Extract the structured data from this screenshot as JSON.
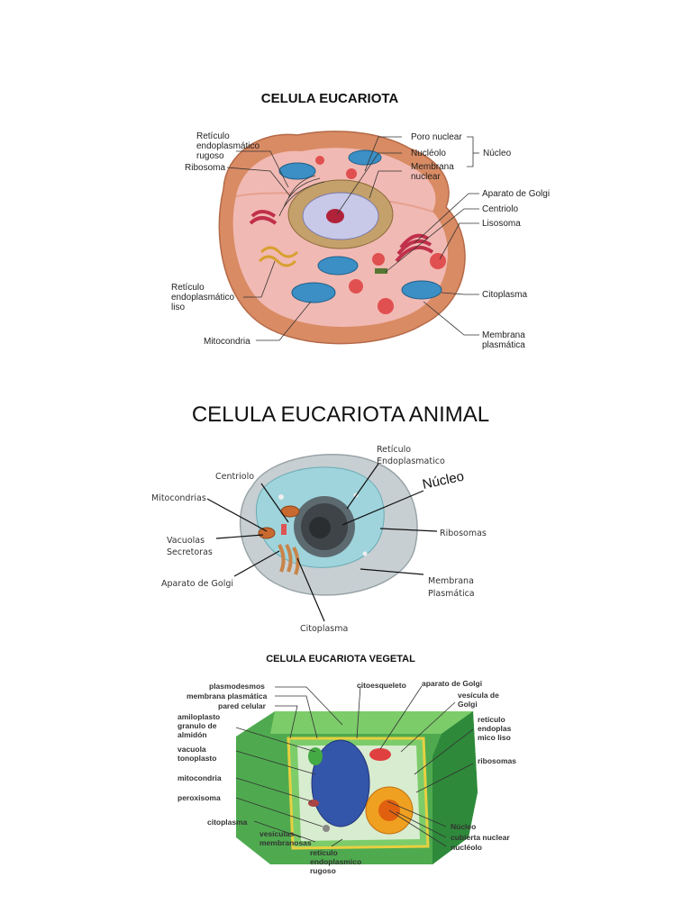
{
  "diagram1": {
    "title": "CELULA EUCARIOTA",
    "labels": {
      "rer": [
        "Retículo",
        "endoplasmático",
        "rugoso"
      ],
      "ribosoma": "Ribosoma",
      "poro": "Poro nuclear",
      "nucleolo": "Nucléolo",
      "membrana_nuclear": [
        "Membrana",
        "nuclear"
      ],
      "nucleo": "Núcleo",
      "golgi": "Aparato de Golgi",
      "centriolo": "Centriolo",
      "lisosoma": "Lisosoma",
      "rel": [
        "Retículo",
        "endoplasmático",
        "liso"
      ],
      "citoplasma": "Citoplasma",
      "mitocondria": "Mitocondria",
      "membrana_plasmatica": [
        "Membrana",
        "plasmática"
      ]
    }
  },
  "diagram2": {
    "title": "CELULA EUCARIOTA ANIMAL",
    "labels": {
      "reticulo": [
        "Retículo",
        "Endoplasmatico"
      ],
      "nucleo": "Núcleo",
      "centriolo": "Centriolo",
      "mitocondrias": "Mitocondrias",
      "vacuolas": [
        "Vacuolas",
        "Secretoras"
      ],
      "ribosomas": "Ribosomas",
      "golgi": "Aparato de Golgi",
      "membrana": [
        "Membrana",
        "Plasmática"
      ],
      "citoplasma": "Citoplasma"
    }
  },
  "diagram3": {
    "title": "CELULA EUCARIOTA VEGETAL",
    "labels": {
      "plasmodesmos": "plasmodesmos",
      "membrana_plasmatica": "membrana plasmática",
      "pared_celular": "pared celular",
      "amiloplasto": [
        "amiloplasto",
        "granulo de",
        "almidón"
      ],
      "vacuola": [
        "vacuola",
        "tonoplasto"
      ],
      "mitocondria": "mitocondria",
      "peroxisoma": "peroxisoma",
      "citoplasma": "citoplasma",
      "vesiculas": [
        "vesículas",
        "membranosas"
      ],
      "rer": [
        "retículo",
        "endoplasmico",
        "rugoso"
      ],
      "citoesqueleto": "citoesqueleto",
      "golgi": "aparato de Golgi",
      "vesicula_golgi": [
        "vesícula de",
        "Golgi"
      ],
      "rel": [
        "retículo",
        "endoplas",
        "mico liso"
      ],
      "ribosomas": "ribosomas",
      "nucleo": "Núcleo",
      "cubierta": "cubierta nuclear",
      "nucleolo": "nucléolo"
    }
  },
  "colors": {
    "animal_cell_outer": "#e9a27a",
    "animal_cell_inner": "#f2b5b5",
    "mitochondria": "#3b8fc4",
    "cell2_body": "#9fd4dc",
    "cell3_wall": "#5cb85c",
    "cell3_nucleus": "#3355aa"
  }
}
